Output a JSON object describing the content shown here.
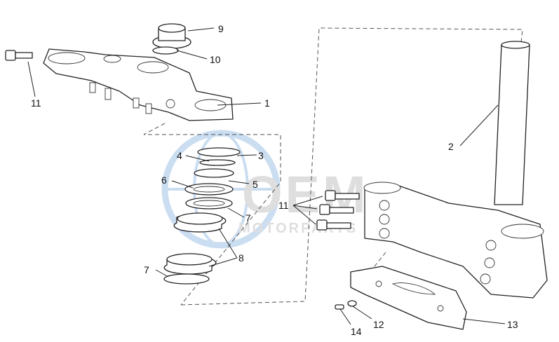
{
  "watermark": {
    "brand": "OEM",
    "tagline": "MOTORPARTS",
    "colors": {
      "blue": "#9fc3e6",
      "grey": "#c9c9c9"
    }
  },
  "callouts": {
    "c1": "1",
    "c2": "2",
    "c3": "3",
    "c4": "4",
    "c5": "5",
    "c6": "6",
    "c7a": "7",
    "c7b": "7",
    "c8": "8",
    "c9": "9",
    "c10": "10",
    "c11a": "11",
    "c11b": "11",
    "c12": "12",
    "c13": "13",
    "c14": "14"
  }
}
